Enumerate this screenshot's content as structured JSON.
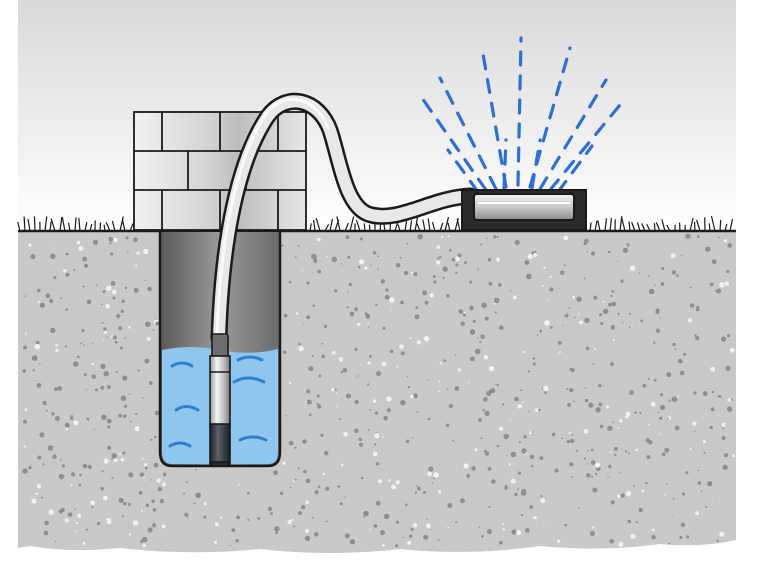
{
  "scene": {
    "components": [
      "garden-wall",
      "borehole-well",
      "well-water",
      "submersible-pump",
      "delivery-hose",
      "lawn-sprinkler",
      "water-spray",
      "grass-line",
      "ground-soil"
    ],
    "colors": {
      "sky_top": "#d9d9d9",
      "sky_bottom": "#ffffff",
      "ground": "#c9c9c9",
      "ground_speckle": "#8e8e8e",
      "well_shaft": "#7d7d7d",
      "water": "#8ec6ee",
      "water_wave": "#2e7fd0",
      "spray": "#2e6fcf",
      "outline": "#1a1a1a",
      "wall_light": "#ececec",
      "wall_shade": "#c4c4c4",
      "hose": "#e8e8e8",
      "pump_body": "#d8d8d8",
      "pump_motor": "#3a3f44"
    }
  }
}
